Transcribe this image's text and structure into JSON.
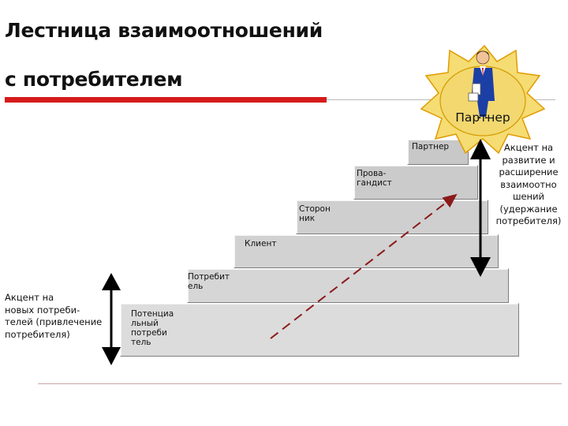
{
  "slide": {
    "title_line1": "Лестница взаимоотношений",
    "title_line2": "с потребителем"
  },
  "steps": [
    {
      "label": "Потенциа\nльный\nпотреби\nтель"
    },
    {
      "label": "Потребит\nель"
    },
    {
      "label": "Клиент"
    },
    {
      "label": "Сторон\nник"
    },
    {
      "label": "Прова-\nгандист"
    },
    {
      "label": "Партнер"
    }
  ],
  "partner_emblem": {
    "label": "Партнер"
  },
  "left_note": {
    "text": "Акцент на\nновых потреби-\nтелей (привлечение\nпотребителя)"
  },
  "right_note": {
    "text": "Акцент на\nразвитие и\nрасширение\nвзаимоотно\nшений\n(удержание\nпотребителя)"
  },
  "colors": {
    "step_fill_light": "#dcdcdc",
    "step_fill_dark": "#c8c8c8",
    "title_rule": "#d61b1b",
    "arrow_dash": "#8b1a1a",
    "sun": "#f2d86f",
    "sun_border": "#e0a000",
    "suit": "#1c3fa6"
  }
}
